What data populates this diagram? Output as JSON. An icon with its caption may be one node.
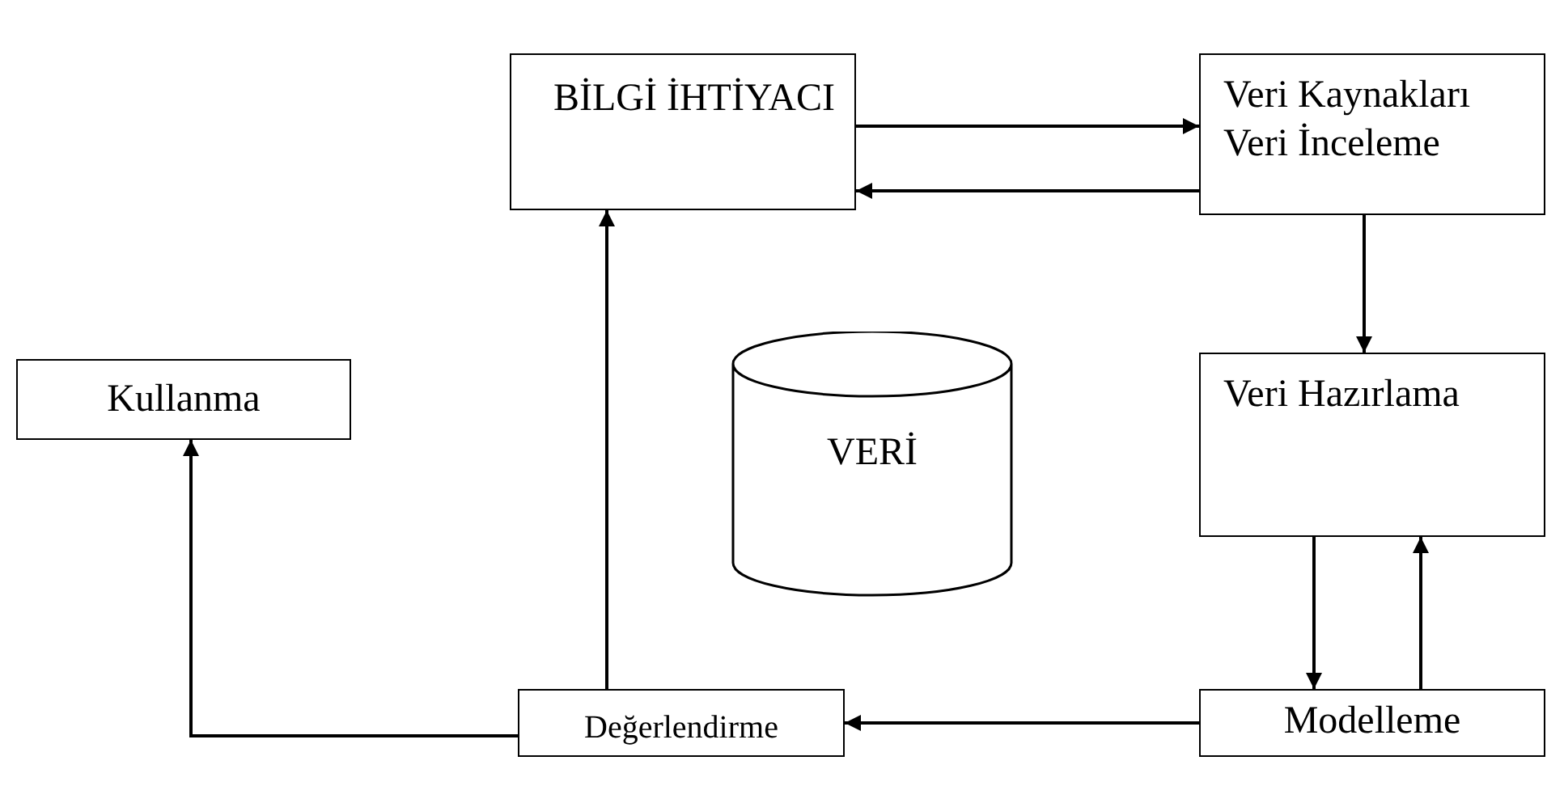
{
  "diagram": {
    "nodes": [
      {
        "text": [
          "BİLGİ İHTİYACI"
        ]
      },
      {
        "text": [
          "Veri Kaynakları Veri İnceleme"
        ]
      },
      {
        "text": [
          "Kullanma"
        ]
      },
      {
        "text": [
          "VERİ"
        ]
      },
      {
        "text": [
          "Veri Hazırlama"
        ]
      },
      {
        "text": [
          "Değerlendirme"
        ]
      },
      {
        "text": [
          "Modelleme"
        ]
      }
    ],
    "edges": [
      {
        "from": 0,
        "to": 1,
        "arrow": "to"
      },
      {
        "from": 1,
        "to": 0,
        "arrow": "to"
      },
      {
        "from": 1,
        "to": 4,
        "arrow": "to"
      },
      {
        "from": 4,
        "to": 6,
        "arrow": "to"
      },
      {
        "from": 6,
        "to": 4,
        "arrow": "to"
      },
      {
        "from": 6,
        "to": 5,
        "arrow": "to"
      },
      {
        "from": 5,
        "to": 0,
        "arrow": "to"
      },
      {
        "from": 5,
        "to": 2,
        "arrow": "to"
      }
    ]
  }
}
